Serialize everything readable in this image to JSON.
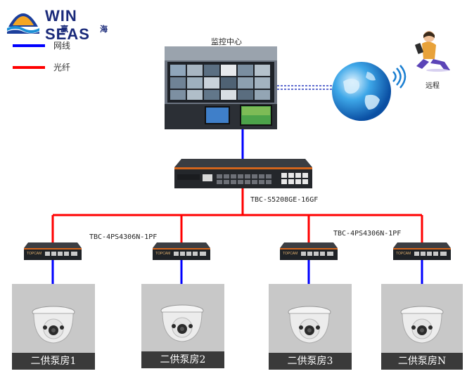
{
  "logo": {
    "name": "WIN SEAS",
    "sub_left": "赢",
    "sub_right": "海"
  },
  "legend": [
    {
      "label": "网线",
      "color": "#0000ff"
    },
    {
      "label": "光纤",
      "color": "#ff0000"
    }
  ],
  "monitor_center": {
    "label": "监控中心"
  },
  "remote": {
    "label": "远程"
  },
  "core_switch": {
    "model": "TBC-S5208GE-16GF"
  },
  "edge_switch_labels": [
    "TBC-4PS4306N-1PF",
    "TBC-4PS4306N-1PF"
  ],
  "switch_brand": "TOPCAM",
  "rooms": [
    {
      "label": "二供泵房1"
    },
    {
      "label": "二供泵房2"
    },
    {
      "label": "二供泵房3"
    },
    {
      "label": "二供泵房N"
    }
  ],
  "colors": {
    "cable": "#0000ff",
    "fiber": "#ff0000",
    "room_bg": "#c8c8c8",
    "room_label_bg": "#3a3a3a"
  }
}
